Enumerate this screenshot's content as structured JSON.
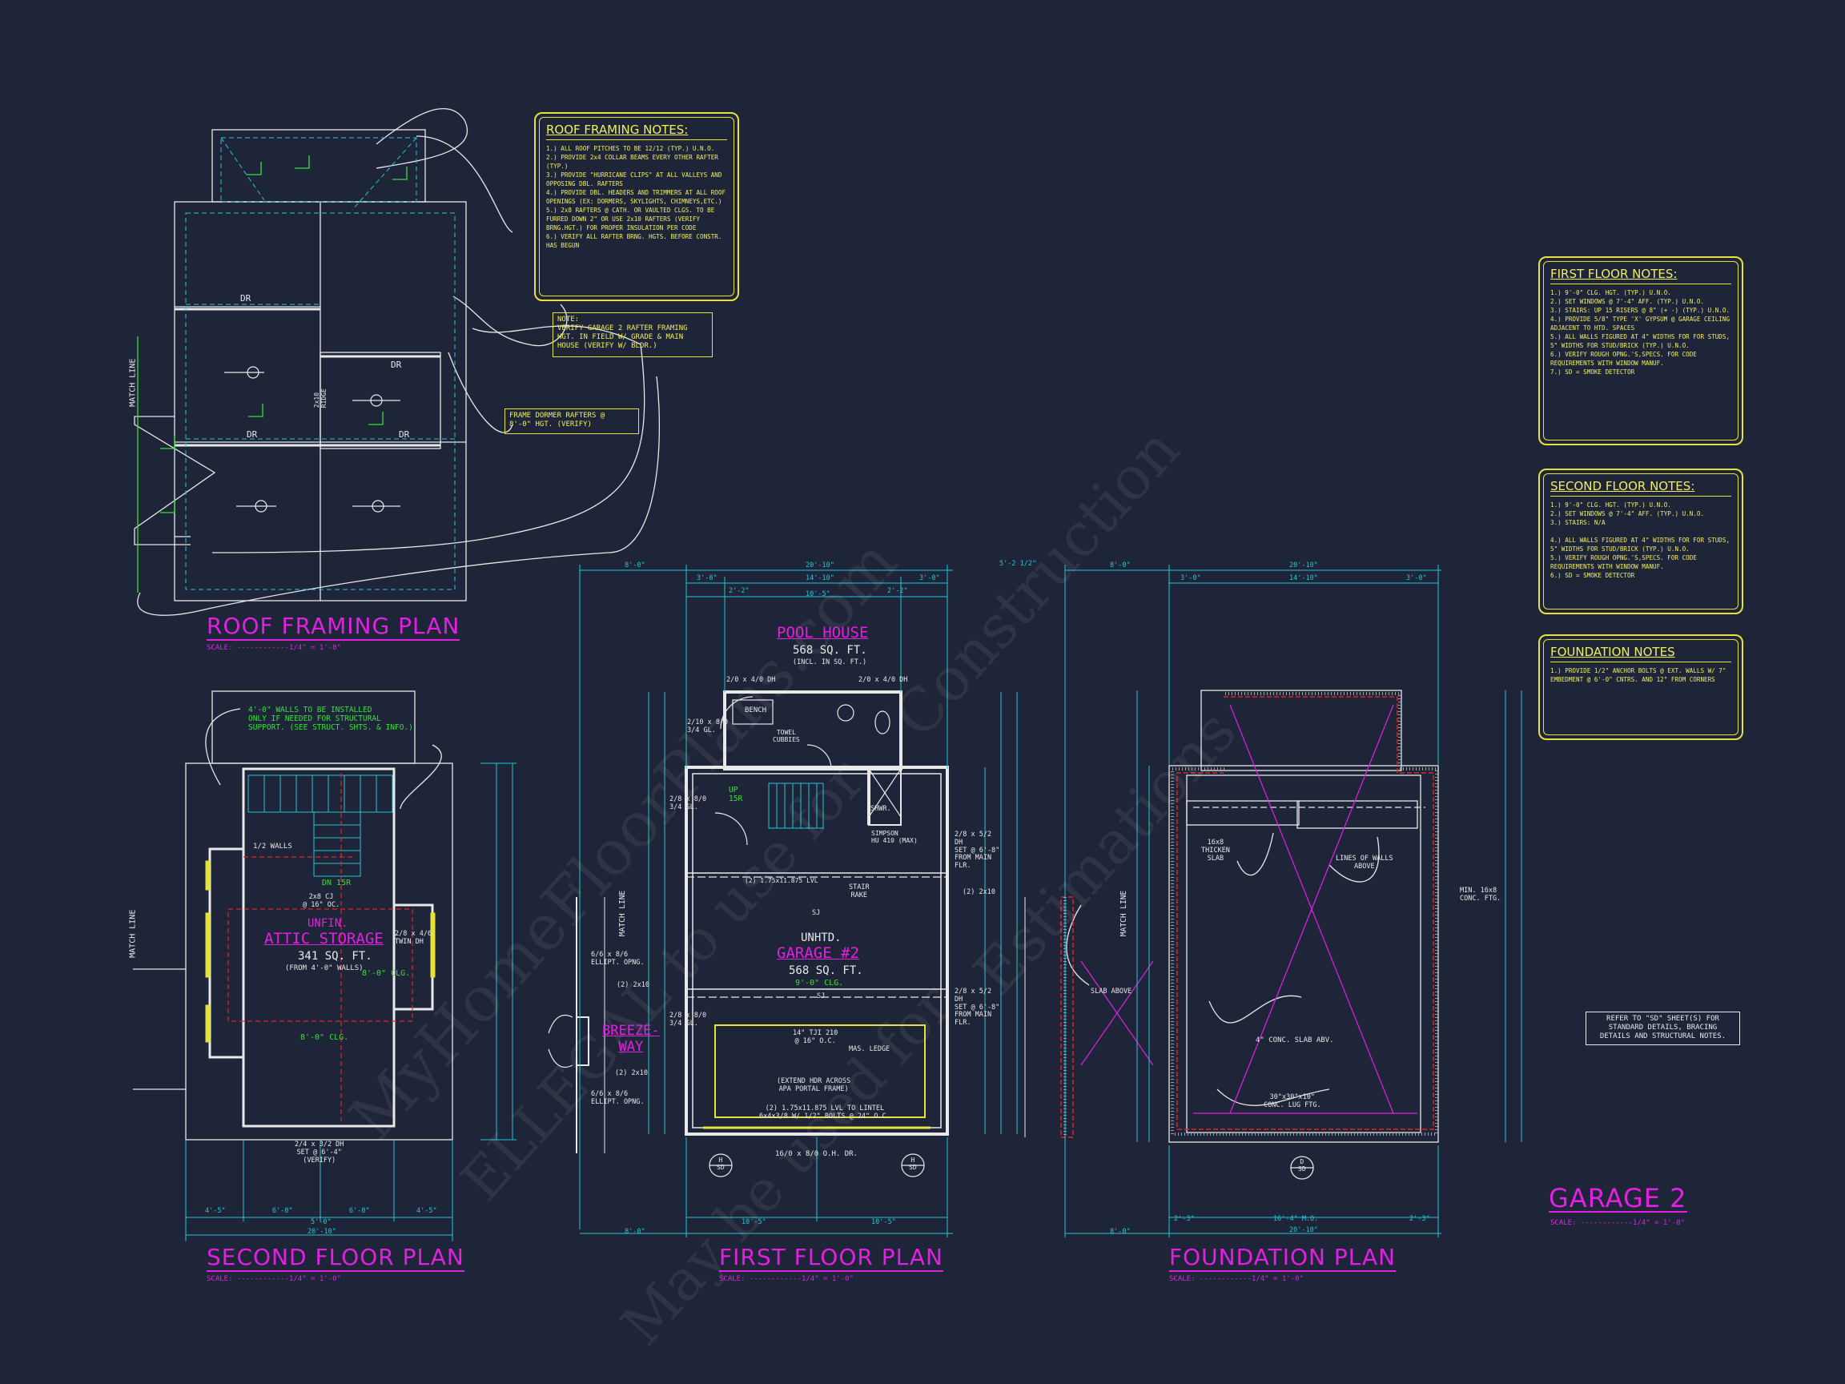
{
  "titles": {
    "roof": "ROOF FRAMING PLAN",
    "second": "SECOND FLOOR PLAN",
    "first": "FIRST FLOOR PLAN",
    "foundation": "FOUNDATION PLAN",
    "garage": "GARAGE 2"
  },
  "scale_text": "SCALE: ------------1/4\" = 1'-0\"",
  "roof_notes": {
    "title": "ROOF FRAMING NOTES:",
    "items": [
      "1.) ALL ROOF PITCHES TO BE 12/12 (TYP.) U.N.O.",
      "2.) PROVIDE 2x4 COLLAR BEAMS EVERY OTHER RAFTER (TYP.)",
      "3.) PROVIDE \"HURRICANE CLIPS\" AT ALL VALLEYS AND OPPOSING DBL. RAFTERS",
      "4.) PROVIDE DBL. HEADERS AND TRIMMERS AT ALL ROOF OPENINGS (EX: DORMERS, SKYLIGHTS, CHIMNEYS,ETC.)",
      "5.) 2x8 RAFTERS @ CATH. OR VAULTED CLGS. TO BE FURRED DOWN 2\" OR USE 2x10 RAFTERS (VERIFY BRNG.HGT.) FOR PROPER INSULATION PER CODE",
      "6.) VERIFY ALL RAFTER BRNG. HGTS. BEFORE CONSTR. HAS BEGUN"
    ]
  },
  "first_floor_notes": {
    "title": "FIRST FLOOR NOTES:",
    "items": [
      "1.) 9'-0\" CLG. HGT. (TYP.) U.N.O.",
      "2.) SET WINDOWS @ 7'-4\" AFF. (TYP.) U.N.O.",
      "3.) STAIRS: UP 15 RISERS @ 8\" (+ -) (TYP.) U.N.O.",
      "4.) PROVIDE 5/8\" TYPE 'X' GYPSUM @ GARAGE CEILING ADJACENT TO HTD. SPACES",
      "5.) ALL WALLS FIGURED AT 4\" WIDTHS FOR FOR STUDS, 5\" WIDTHS FOR STUD/BRICK (TYP.) U.N.O.",
      "6.) VERIFY ROUGH OPNG.'S,SPECS. FOR CODE REQUIREMENTS WITH WINDOW MANUF.",
      "7.) SD = SMOKE DETECTOR"
    ]
  },
  "second_floor_notes": {
    "title": "SECOND FLOOR NOTES:",
    "items": [
      "1.) 9'-0\" CLG. HGT. (TYP.) U.N.O.",
      "2.) SET WINDOWS @ 7'-4\" AFF. (TYP.) U.N.O.",
      "3.) STAIRS: N/A",
      "",
      "4.) ALL WALLS FIGURED AT 4\" WIDTHS FOR FOR STUDS, 5\" WIDTHS FOR STUD/BRICK (TYP.) U.N.O.",
      "5.) VERIFY ROUGH OPNG.'S,SPECS. FOR CODE REQUIREMENTS WITH WINDOW MANUF.",
      "6.) SD = SMOKE DETECTOR"
    ]
  },
  "foundation_notes": {
    "title": "FOUNDATION NOTES",
    "items": [
      "1.) PROVIDE 1/2\" ANCHOR BOLTS @ EXT. WALLS W/ 7\" EMBEDMENT @ 6'-0\" CNTRS. AND 12\" FROM CORNERS"
    ]
  },
  "callouts": {
    "roof_note": "NOTE:\nVERIFY GARAGE 2 RAFTER FRAMING HGT. IN FIELD W/ GRADE & MAIN HOUSE (VERIFY W/ BLDR.)",
    "dormer": "FRAME DORMER RAFTERS @\n8'-0\" HGT. (VERIFY)",
    "refer": "REFER TO \"SD\" SHEET(S) FOR\nSTANDARD DETAILS, BRACING\nDETAILS AND STRUCTURAL NOTES.",
    "attic_walls": "4'-0\" WALLS TO BE INSTALLED\nONLY IF NEEDED FOR STRUCTURAL\nSUPPORT. (SEE STRUCT. SHTS. & INFO.)"
  },
  "labels": {
    "match_line": "MATCH LINE",
    "dr": "DR",
    "ridge": "2x10\nRIDGE",
    "pool_house": "POOL HOUSE",
    "pool_sqft": "568 SQ. FT.",
    "pool_incl": "(INCL. IN SQ. FT.)",
    "garage_a": "UNHTD.",
    "garage_b": "GARAGE #2",
    "garage_sqft": "568 SQ. FT.",
    "garage_clg": "9'-0\" CLG.",
    "attic_a": "UNFIN.",
    "attic_b": "ATTIC STORAGE",
    "attic_sqft": "341 SQ. FT.",
    "attic_from": "(FROM 4'-0\" WALLS)",
    "attic_clg1": "8'-0\" CLG.",
    "attic_clg2": "8'-0\" CLG.",
    "half_walls": "1/2 WALLS",
    "dn_15r": "DN 15R",
    "cj": "2x8 CJ\n@ 16\" OC.",
    "twin_dh": "2/8 x 4/6\nTWIN DH",
    "second_dh": "2/4 x 3/2 DH\nSET @ 6'-4\"\n(VERIFY)",
    "breezeway": "BREEZE-\nWAY",
    "bench": "BENCH",
    "towel": "TOWEL\nCUBBIES",
    "shwr": "SHWR.",
    "up_15r": "UP\n15R",
    "dh1": "2/0 x 4/0 DH",
    "dh2": "2/0 x 4/0 DH",
    "door_210": "2/10 x 8/0\n3/4 GL.",
    "door_28a": "2/8 x 8/0\n3/4 GL.",
    "door_28b": "2/8 x 8/0\n3/4 GL.",
    "simpson": "SIMPSON\nHU 410 (MAX)",
    "lvl": "(2) 1.75x11.875 LVL",
    "stair_rake": "STAIR\nRAKE",
    "sj": "SJ",
    "tji": "14\" TJI 210\n@ 16\" O.C.",
    "mas_ledge": "MAS. LEDGE",
    "extend_hdr": "(EXTEND HDR ACROSS\nAPA PORTAL FRAME)",
    "lintel": "(2) 1.75x11.875 LVL TO LINTEL\n6x4x3/8 W/ 1/2\" BOLTS @ 24\" O.C.",
    "oh_door": "16/0 x 8/0 O.H. DR.",
    "dh_main1": "2/8 x 5/2\nDH\nSET @ 6'-8\"\nFROM MAIN\nFLR.",
    "dh_main2": "2/8 x 5/2\nDH\nSET @ 6'-8\"\nFROM MAIN\nFLR.",
    "ellipt1": "6/6 x 8/6\nELLIPT. OPNG.",
    "ellipt2": "6/6 x 8/6\nELLIPT. OPNG.",
    "x2_10a": "(2) 2x10",
    "x2_10b": "(2) 2x10",
    "x2_10c": "(2) 2x10",
    "thicken": "16x8\nTHICKEN\nSLAB",
    "lines_walls": "LINES OF WALLS\nABOVE",
    "min_ftg": "MIN. 16x8\nCONC. FTG.",
    "slab_above": "SLAB ABOVE",
    "conc_slab": "4\" CONC. SLAB ABV.",
    "lug": "30\"x30\"x10\"\nCONC. LUG FTG.",
    "tag_h1": "H\nSD",
    "tag_h2": "H\nSD",
    "tag_d": "D\nSD"
  },
  "dims": {
    "first_top": [
      "8'-0\"",
      "20'-10\"",
      "3'-0\"",
      "14'-10\"",
      "3'-0\"",
      "10'-5\"",
      "2'-2\"",
      "2'-2\""
    ],
    "found_top": [
      "8'-0\"",
      "20'-10\"",
      "3'-0\"",
      "14'-10\"",
      "3'-0\""
    ],
    "between": "5'-2 1/2\"",
    "second_bottom": [
      "4'-5\"",
      "6'-0\"",
      "5'-0\"",
      "6'-0\"",
      "4'-5\"",
      "20'-10\""
    ],
    "first_bottom": [
      "10'-5\"",
      "10'-5\"",
      "8'-0\""
    ],
    "found_bottom": [
      "2'-3\"",
      "16'-4\" M.O.",
      "2'-3\"",
      "20'-10\"",
      "8'-0\""
    ]
  },
  "watermarks": [
    "MyHomeFloorPlans.com",
    "Construction",
    "Estimations",
    "ELLEGAL to use for",
    "May be used for"
  ],
  "colors": {
    "background": "#1f2539",
    "line": "#e8e8e8",
    "dim": "#22c7d4",
    "title": "#e21fe2",
    "note": "#e6e23a",
    "green": "#34e134",
    "red": "#e02424"
  }
}
